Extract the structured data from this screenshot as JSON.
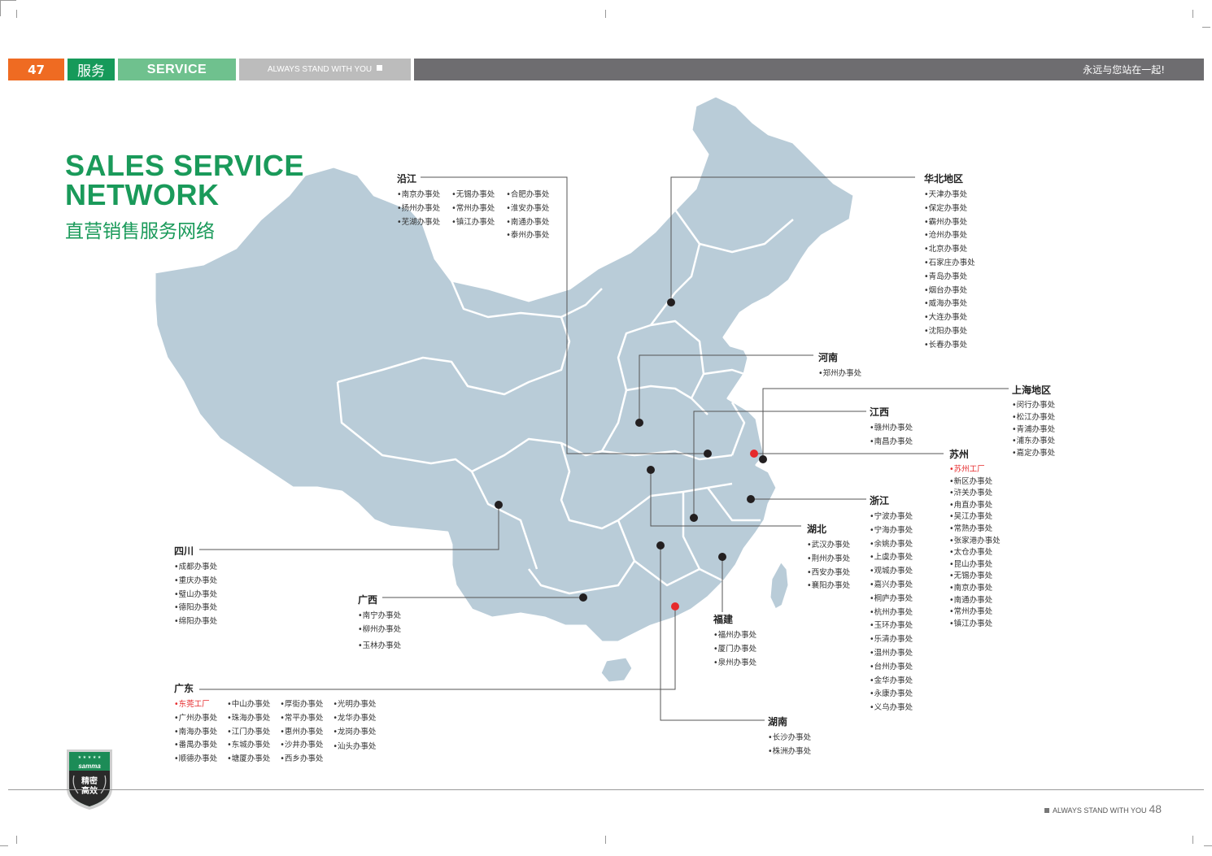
{
  "header": {
    "page_num": "47",
    "section_cn": "服务",
    "section_en": "SERVICE",
    "tagline": "ALWAYS STAND WITH YOU",
    "slogan": "永远与您站在一起!"
  },
  "title": {
    "line1": "SALES SERVICE",
    "line2": "NETWORK",
    "cn": "直营销售服务网络"
  },
  "regions": {
    "yanjiang": {
      "title": "沿江",
      "cols": [
        [
          "•南京办事处",
          "•扬州办事处",
          "•芜湖办事处"
        ],
        [
          "•无锡办事处",
          "•常州办事处",
          "•镇江办事处"
        ],
        [
          "•合肥办事处",
          "•淮安办事处",
          "•南通办事处",
          "•泰州办事处"
        ]
      ]
    },
    "huabei": {
      "title": "华北地区",
      "items": [
        "•天津办事处",
        "•保定办事处",
        "•霸州办事处",
        "•沧州办事处",
        "•北京办事处",
        "•石家庄办事处",
        "•青岛办事处",
        "•烟台办事处",
        "•威海办事处",
        "•大连办事处",
        "•沈阳办事处",
        "•长春办事处"
      ]
    },
    "henan": {
      "title": "河南",
      "items": [
        "•郑州办事处"
      ]
    },
    "shanghai": {
      "title": "上海地区",
      "items": [
        "•闵行办事处",
        "•松江办事处",
        "•青浦办事处",
        "•浦东办事处",
        "•嘉定办事处"
      ]
    },
    "jiangxi": {
      "title": "江西",
      "items": [
        "•赣州办事处",
        "•南昌办事处"
      ]
    },
    "suzhou": {
      "title": "苏州",
      "highlight": "•苏州工厂",
      "items": [
        "•新区办事处",
        "•浒关办事处",
        "•甪直办事处",
        "•吴江办事处",
        "•常熟办事处",
        "•张家港办事处",
        "•太仓办事处",
        "•昆山办事处",
        "•无锡办事处",
        "•南京办事处",
        "•南通办事处",
        "•常州办事处",
        "•镇江办事处"
      ]
    },
    "zhejiang": {
      "title": "浙江",
      "items": [
        "•宁波办事处",
        "•宁海办事处",
        "•余姚办事处",
        "•上虞办事处",
        "•观城办事处",
        "•嘉兴办事处",
        "•桐庐办事处",
        "•杭州办事处",
        "•玉环办事处",
        "•乐清办事处",
        "•温州办事处",
        "•台州办事处",
        "•金华办事处",
        "•永康办事处",
        "•义乌办事处"
      ]
    },
    "hubei": {
      "title": "湖北",
      "items": [
        "•武汉办事处",
        "•荆州办事处",
        "•西安办事处",
        "•襄阳办事处"
      ]
    },
    "sichuan": {
      "title": "四川",
      "items": [
        "•成都办事处",
        "•重庆办事处",
        "•璧山办事处",
        "•德阳办事处",
        "•绵阳办事处"
      ]
    },
    "guangxi": {
      "title": "广西",
      "items": [
        "•南宁办事处",
        "•柳州办事处",
        "•玉林办事处"
      ]
    },
    "fujian": {
      "title": "福建",
      "items": [
        "•福州办事处",
        "•厦门办事处",
        "•泉州办事处"
      ]
    },
    "hunan": {
      "title": "湖南",
      "items": [
        "•长沙办事处",
        "•株洲办事处"
      ]
    },
    "guangdong": {
      "title": "广东",
      "highlight": "•东莞工厂",
      "cols": [
        [
          "•广州办事处",
          "•南海办事处",
          "•番禺办事处",
          "•顺德办事处"
        ],
        [
          "•中山办事处",
          "•珠海办事处",
          "•江门办事处",
          "•东城办事处",
          "•塘厦办事处"
        ],
        [
          "•厚街办事处",
          "•常平办事处",
          "•惠州办事处",
          "•沙井办事处",
          "•西乡办事处"
        ],
        [
          "•光明办事处",
          "•龙华办事处",
          "•龙岗办事处",
          "•汕头办事处"
        ]
      ]
    }
  },
  "badge": {
    "brand": "samma",
    "line1": "精密",
    "line2": "高效"
  },
  "footer": {
    "tagline": "ALWAYS STAND WITH YOU",
    "page_num": "48"
  },
  "colors": {
    "orange": "#ef6b22",
    "green": "#169a5a",
    "light_green": "#6fc18e",
    "map_fill": "#b9ccd8",
    "dot": "#231f20",
    "factory_dot": "#e62a2c"
  }
}
